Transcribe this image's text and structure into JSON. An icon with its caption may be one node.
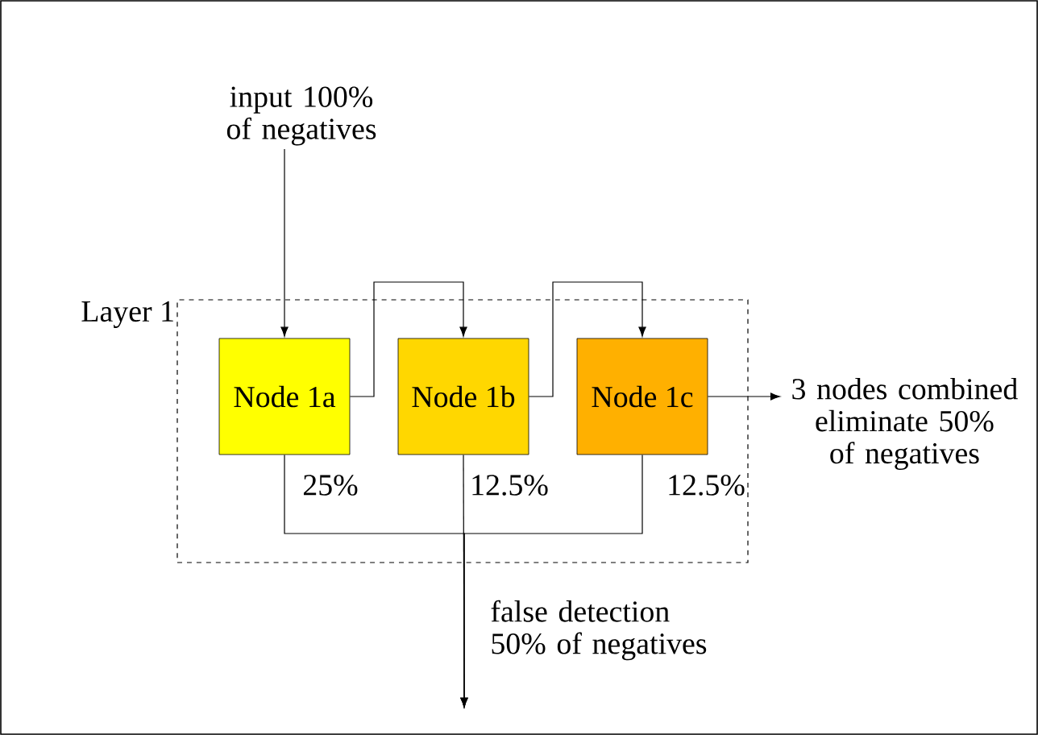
{
  "diagram": {
    "nodes": [
      {
        "text": [
          "Layer 1"
        ]
      },
      {
        "text": [
          "input 100% of negatives"
        ]
      },
      {
        "text": [
          "Node 1a"
        ],
        "in": 0
      },
      {
        "text": [
          "Node 1b"
        ],
        "in": 0
      },
      {
        "text": [
          "Node 1c"
        ],
        "in": 0
      },
      {
        "text": [
          "3 nodes combined eliminate 50% of negatives"
        ]
      },
      {
        "text": [
          "false detection 50% of negatives"
        ]
      }
    ],
    "edges": [
      {
        "from": 1,
        "to": 2,
        "arrow": "to"
      },
      {
        "from": 2,
        "to": 3,
        "arrow": "to"
      },
      {
        "from": 3,
        "to": 4,
        "arrow": "to"
      },
      {
        "from": 4,
        "to": 5,
        "arrow": "to"
      },
      {
        "from": 2,
        "to": 6,
        "arrow": "to",
        "label": "25%"
      },
      {
        "from": 3,
        "to": 6,
        "arrow": "to",
        "label": "12.5%"
      },
      {
        "from": 4,
        "to": 6,
        "arrow": "to",
        "label": "12.5%"
      }
    ]
  }
}
